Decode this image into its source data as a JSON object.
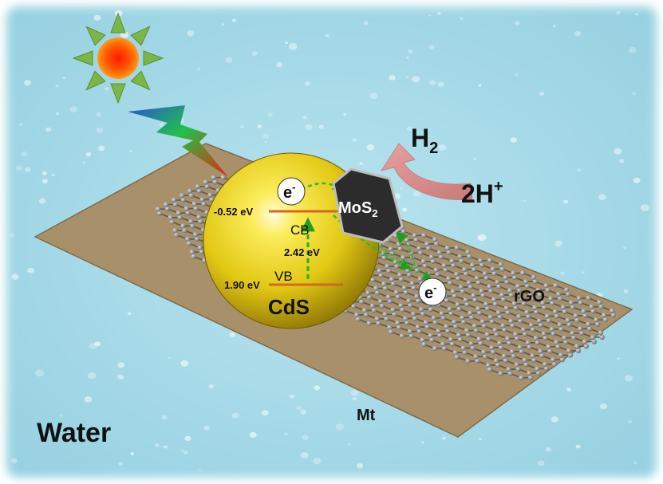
{
  "labels": {
    "water": "Water",
    "substrate": "Mt",
    "graphene": "rGO",
    "particle": "CdS",
    "cocatalyst_main": "MoS",
    "cocatalyst_sub": "2",
    "cb": "CB",
    "vb": "VB",
    "cb_energy": "-0.52 eV",
    "vb_energy": "1.90 eV",
    "band_gap": "2.42 eV",
    "electron_main": "e",
    "electron_sup": "-",
    "h2_main": "H",
    "h2_sub": "2",
    "protons_main": "2H",
    "protons_sup": "+"
  },
  "colors": {
    "water_bg": "#a9dbe8",
    "substrate": "#a8916a",
    "sphere": "#e9d21a",
    "band_line": "#d2691e",
    "electron_path": "#2fb82f",
    "arrow_pink": "#eba3a3",
    "cocatalyst": "#2c2c2c",
    "graphene_atom": "#9a9a9a"
  },
  "icons": {
    "sun": "sun-icon",
    "light": "lightning-bolt-icon"
  }
}
